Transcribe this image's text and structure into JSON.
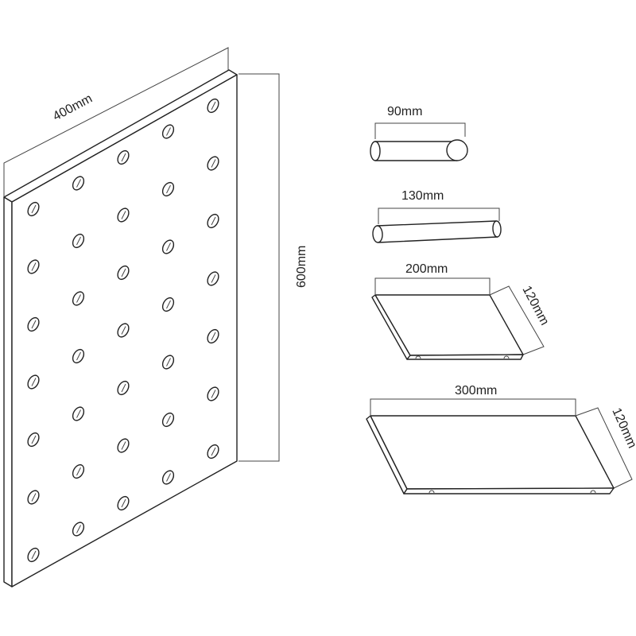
{
  "title": "Pegboard kit dimensions",
  "pegboard": {
    "width_label": "400mm",
    "height_label": "600mm",
    "hole_columns": 5,
    "hole_rows": 7
  },
  "peg_short": {
    "length_label": "90mm"
  },
  "peg_long": {
    "length_label": "130mm"
  },
  "shelf_small": {
    "width_label": "200mm",
    "depth_label": "120mm"
  },
  "shelf_large": {
    "width_label": "300mm",
    "depth_label": "120mm"
  },
  "colors": {
    "line": "#222222",
    "background": "#ffffff"
  }
}
